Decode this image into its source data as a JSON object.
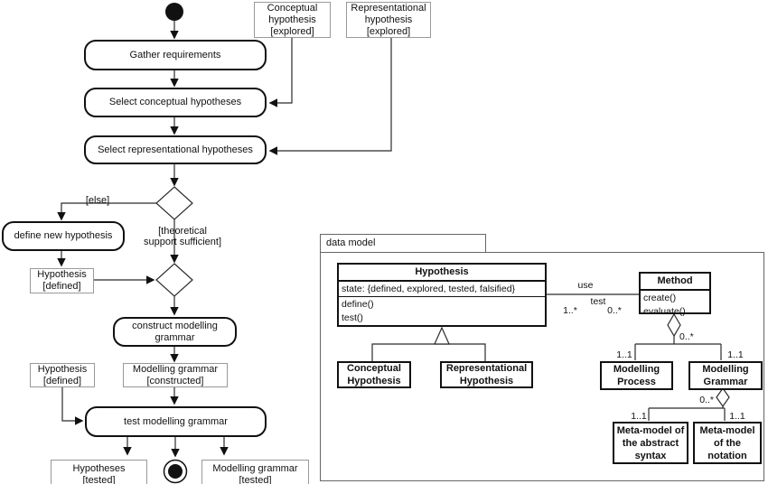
{
  "activity": {
    "actions": {
      "gather": "Gather requirements",
      "select_conceptual": "Select conceptual hypotheses",
      "select_representational": "Select representational hypotheses",
      "define_new": "define new hypothesis",
      "construct": "construct modelling\ngrammar",
      "test": "test modelling grammar"
    },
    "objects": {
      "conceptual_explored": "Conceptual\nhypothesis\n[explored]",
      "representational_explored": "Representational\nhypothesis\n[explored]",
      "hypothesis_defined_1": "Hypothesis\n[defined]",
      "hypothesis_defined_2": "Hypothesis\n[defined]",
      "grammar_constructed": "Modelling grammar\n[constructed]",
      "hypotheses_tested": "Hypotheses\n[tested]",
      "grammar_tested": "Modelling grammar\n[tested]"
    },
    "guards": {
      "else_label": "[else]",
      "sufficient_label": "[theoretical\nsupport sufficient]"
    }
  },
  "data_model": {
    "frame_label": "data model",
    "hypothesis": {
      "name": "Hypothesis",
      "attributes": "state: {defined, explored, tested, falsified}",
      "operations": "define()\ntest()"
    },
    "method": {
      "name": "Method",
      "operations": "create()\nevaluate()"
    },
    "conceptual_class": "Conceptual\nHypothesis",
    "representational_class": "Representational\nHypothesis",
    "modelling_process": "Modelling\nProcess",
    "modelling_grammar": "Modelling\nGrammar",
    "metamodel_abstract_syntax": "Meta-model of\nthe abstract\nsyntax",
    "metamodel_notation": "Meta-model\nof the\nnotation",
    "labels": {
      "use": "use",
      "test": "test",
      "hypothesis_mult": "1..*",
      "method_mult": "0..*",
      "method_agg_mult": "0..*",
      "process_mult": "1..1",
      "grammar_mult": "1..1",
      "grammar_agg_mult": "0..*",
      "abstract_mult": "1..1",
      "notation_mult": "1..1"
    }
  },
  "colors": {
    "background": "#ffffff",
    "line": "#2b2b2b",
    "node_fill": "#111111",
    "action_border": "#111111",
    "object_border": "#999999",
    "class_border": "#111111",
    "frame_border": "#666666"
  }
}
